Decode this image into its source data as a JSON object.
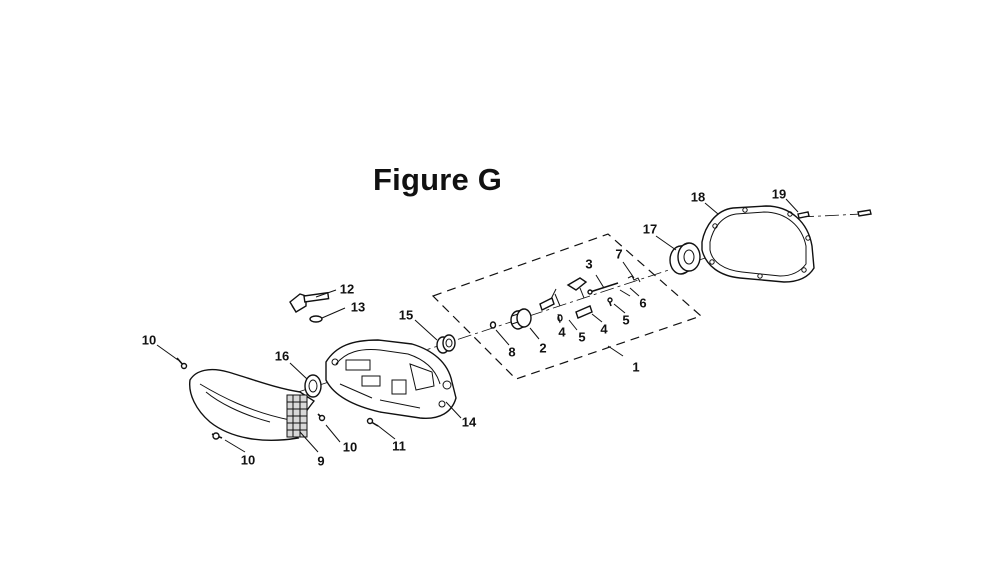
{
  "figure_title": "Figure G",
  "callouts": [
    {
      "id": "c1",
      "text": "1"
    },
    {
      "id": "c2",
      "text": "2"
    },
    {
      "id": "c3",
      "text": "3"
    },
    {
      "id": "c4a",
      "text": "4"
    },
    {
      "id": "c4b",
      "text": "4"
    },
    {
      "id": "c5a",
      "text": "5"
    },
    {
      "id": "c5b",
      "text": "5"
    },
    {
      "id": "c6",
      "text": "6"
    },
    {
      "id": "c7",
      "text": "7"
    },
    {
      "id": "c8",
      "text": "8"
    },
    {
      "id": "c9",
      "text": "9"
    },
    {
      "id": "c10a",
      "text": "10"
    },
    {
      "id": "c10b",
      "text": "10"
    },
    {
      "id": "c10c",
      "text": "10"
    },
    {
      "id": "c11",
      "text": "11"
    },
    {
      "id": "c12",
      "text": "12"
    },
    {
      "id": "c13",
      "text": "13"
    },
    {
      "id": "c14",
      "text": "14"
    },
    {
      "id": "c15",
      "text": "15"
    },
    {
      "id": "c16",
      "text": "16"
    },
    {
      "id": "c17",
      "text": "17"
    },
    {
      "id": "c18",
      "text": "18"
    },
    {
      "id": "c19",
      "text": "19"
    }
  ]
}
